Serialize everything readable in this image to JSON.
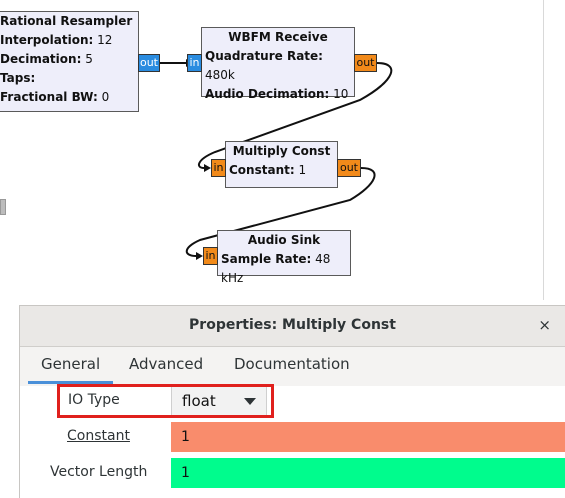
{
  "flowgraph": {
    "blocks": {
      "rational_resampler": {
        "title": "Rational Resampler",
        "params": [
          {
            "key": "Interpolation:",
            "value": " 12"
          },
          {
            "key": "Decimation:",
            "value": " 5"
          },
          {
            "key": "Taps:",
            "value": ""
          },
          {
            "key": "Fractional BW:",
            "value": " 0"
          }
        ],
        "out_port": "out"
      },
      "wbfm_receive": {
        "title": "WBFM Receive",
        "params": [
          {
            "key": "Quadrature Rate:",
            "value": " 480k"
          },
          {
            "key": "Audio Decimation:",
            "value": " 10"
          }
        ],
        "in_port": "in",
        "out_port": "out"
      },
      "multiply_const": {
        "title": "Multiply Const",
        "params": [
          {
            "key": "Constant:",
            "value": " 1"
          }
        ],
        "in_port": "in",
        "out_port": "out"
      },
      "audio_sink": {
        "title": "Audio Sink",
        "params": [
          {
            "key": "Sample Rate:",
            "value": " 48 kHz"
          }
        ],
        "in_port": "in"
      }
    },
    "colors": {
      "stream_port_complex": "#2a8ce0",
      "stream_port_float": "#f28a1a",
      "block_bg": "#eeeefa"
    }
  },
  "dialog": {
    "title": "Properties: Multiply Const",
    "close_label": "×",
    "tabs": [
      "General",
      "Advanced",
      "Documentation"
    ],
    "active_tab": "General",
    "fields": {
      "io_type": {
        "label": "IO Type",
        "value": "float"
      },
      "constant": {
        "label": "Constant",
        "value": "1",
        "color": "#f98c6c"
      },
      "vector_length": {
        "label": "Vector Length",
        "value": "1",
        "color": "#00fc8d"
      }
    }
  }
}
